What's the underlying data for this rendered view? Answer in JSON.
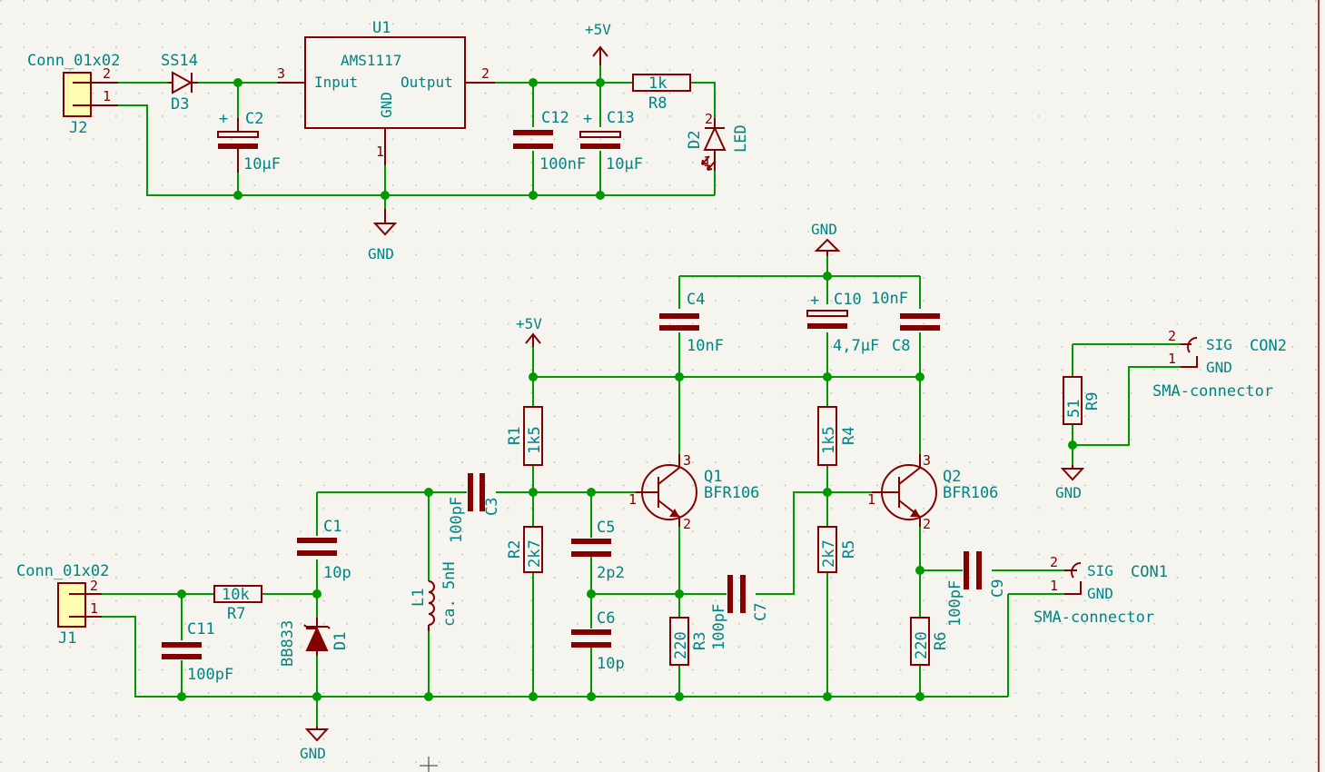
{
  "colors": {
    "wire": "#009900",
    "component": "#840000",
    "text": "#008484",
    "background": "#f5f4ef",
    "connector_fill": "#fffdb0"
  },
  "power": {
    "vcc_top": "+5V",
    "gnd_top": "GND",
    "vcc_mid": "+5V",
    "gnd_mid": "GND",
    "gnd_bottom": "GND",
    "gnd_con2": "GND"
  },
  "j2": {
    "ref": "J2",
    "value": "Conn_01x02",
    "pin2": "2",
    "pin1": "1"
  },
  "d3": {
    "ref": "D3",
    "value": "SS14"
  },
  "c2": {
    "ref": "C2",
    "value": "10µF",
    "plus": "+"
  },
  "u1": {
    "ref": "U1",
    "value": "AMS1117",
    "input": "Input",
    "output": "Output",
    "gnd": "GND",
    "pin_in": "3",
    "pin_out": "2",
    "pin_gnd": "1"
  },
  "c12": {
    "ref": "C12",
    "value": "100nF"
  },
  "c13": {
    "ref": "C13",
    "value": "10µF",
    "plus": "+"
  },
  "r8": {
    "ref": "R8",
    "value": "1k"
  },
  "d2": {
    "ref": "D2",
    "value": "LED",
    "pin2": "2",
    "pin1": "1"
  },
  "c4": {
    "ref": "C4",
    "value": "10nF"
  },
  "c10": {
    "ref": "C10",
    "value": "4,7µF",
    "plus": "+"
  },
  "c8": {
    "ref": "C8",
    "value": "10nF"
  },
  "r1": {
    "ref": "R1",
    "value": "1k5"
  },
  "r2": {
    "ref": "R2",
    "value": "2k7"
  },
  "r3": {
    "ref": "R3",
    "value": "220"
  },
  "r4": {
    "ref": "R4",
    "value": "1k5"
  },
  "r5": {
    "ref": "R5",
    "value": "2k7"
  },
  "r6": {
    "ref": "R6",
    "value": "220"
  },
  "r7": {
    "ref": "R7",
    "value": "10k"
  },
  "r9": {
    "ref": "R9",
    "value": "51"
  },
  "c1": {
    "ref": "C1",
    "value": "10p"
  },
  "c3": {
    "ref": "C3",
    "value": "100pF"
  },
  "c5": {
    "ref": "C5",
    "value": "2p2"
  },
  "c6": {
    "ref": "C6",
    "value": "10p"
  },
  "c7": {
    "ref": "C7",
    "value": "100pF"
  },
  "c9": {
    "ref": "C9",
    "value": "100pF"
  },
  "c11": {
    "ref": "C11",
    "value": "100pF"
  },
  "l1": {
    "ref": "L1",
    "value": "ca. 5nH"
  },
  "d1": {
    "ref": "D1",
    "value": "BB833"
  },
  "q1": {
    "ref": "Q1",
    "value": "BFR106",
    "p1": "1",
    "p2": "2",
    "p3": "3"
  },
  "q2": {
    "ref": "Q2",
    "value": "BFR106",
    "p1": "1",
    "p2": "2",
    "p3": "3"
  },
  "j1": {
    "ref": "J1",
    "value": "Conn_01x02",
    "pin2": "2",
    "pin1": "1"
  },
  "con1": {
    "ref": "CON1",
    "value": "SMA-connector",
    "sig": "SIG",
    "gnd": "GND",
    "pin2": "2",
    "pin1": "1"
  },
  "con2": {
    "ref": "CON2",
    "value": "SMA-connector",
    "sig": "SIG",
    "gnd": "GND",
    "pin2": "2",
    "pin1": "1"
  }
}
